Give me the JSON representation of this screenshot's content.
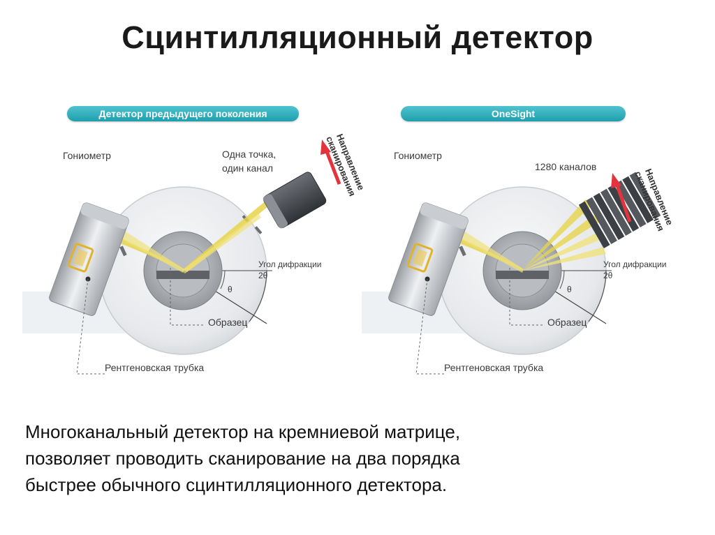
{
  "title": "Сцинтилляционный детектор",
  "panels": [
    {
      "header": "Детектор предыдущего поколения",
      "goniometer": "Гониометр",
      "detector_line1": "Одна точка,",
      "detector_line2": "один канал",
      "scan_line1": "Направление",
      "scan_line2": "сканирования",
      "angle_label": "Угол дифракции",
      "two_theta": "2θ",
      "theta": "θ",
      "sample": "Образец",
      "tube": "Рентгеновская трубка"
    },
    {
      "header": "OneSight",
      "goniometer": "Гониометр",
      "detector_line1": "1280 каналов",
      "scan_line1": "Направление",
      "scan_line2": "сканирования",
      "angle_label": "Угол дифракции",
      "two_theta": "2θ",
      "theta": "θ",
      "sample": "Образец",
      "tube": "Рентгеновская трубка"
    }
  ],
  "caption": [
    "Многоканальный детектор на кремниевой матрице,",
    "позволяет проводить сканирование на два порядка",
    "быстрее обычного сцинтилляционного детектора."
  ],
  "colors": {
    "header_pill": "#2aa7b6",
    "beam": "#e6d44a",
    "scan_arrow": "#e2343c",
    "goniometer": "#e9ebee"
  }
}
